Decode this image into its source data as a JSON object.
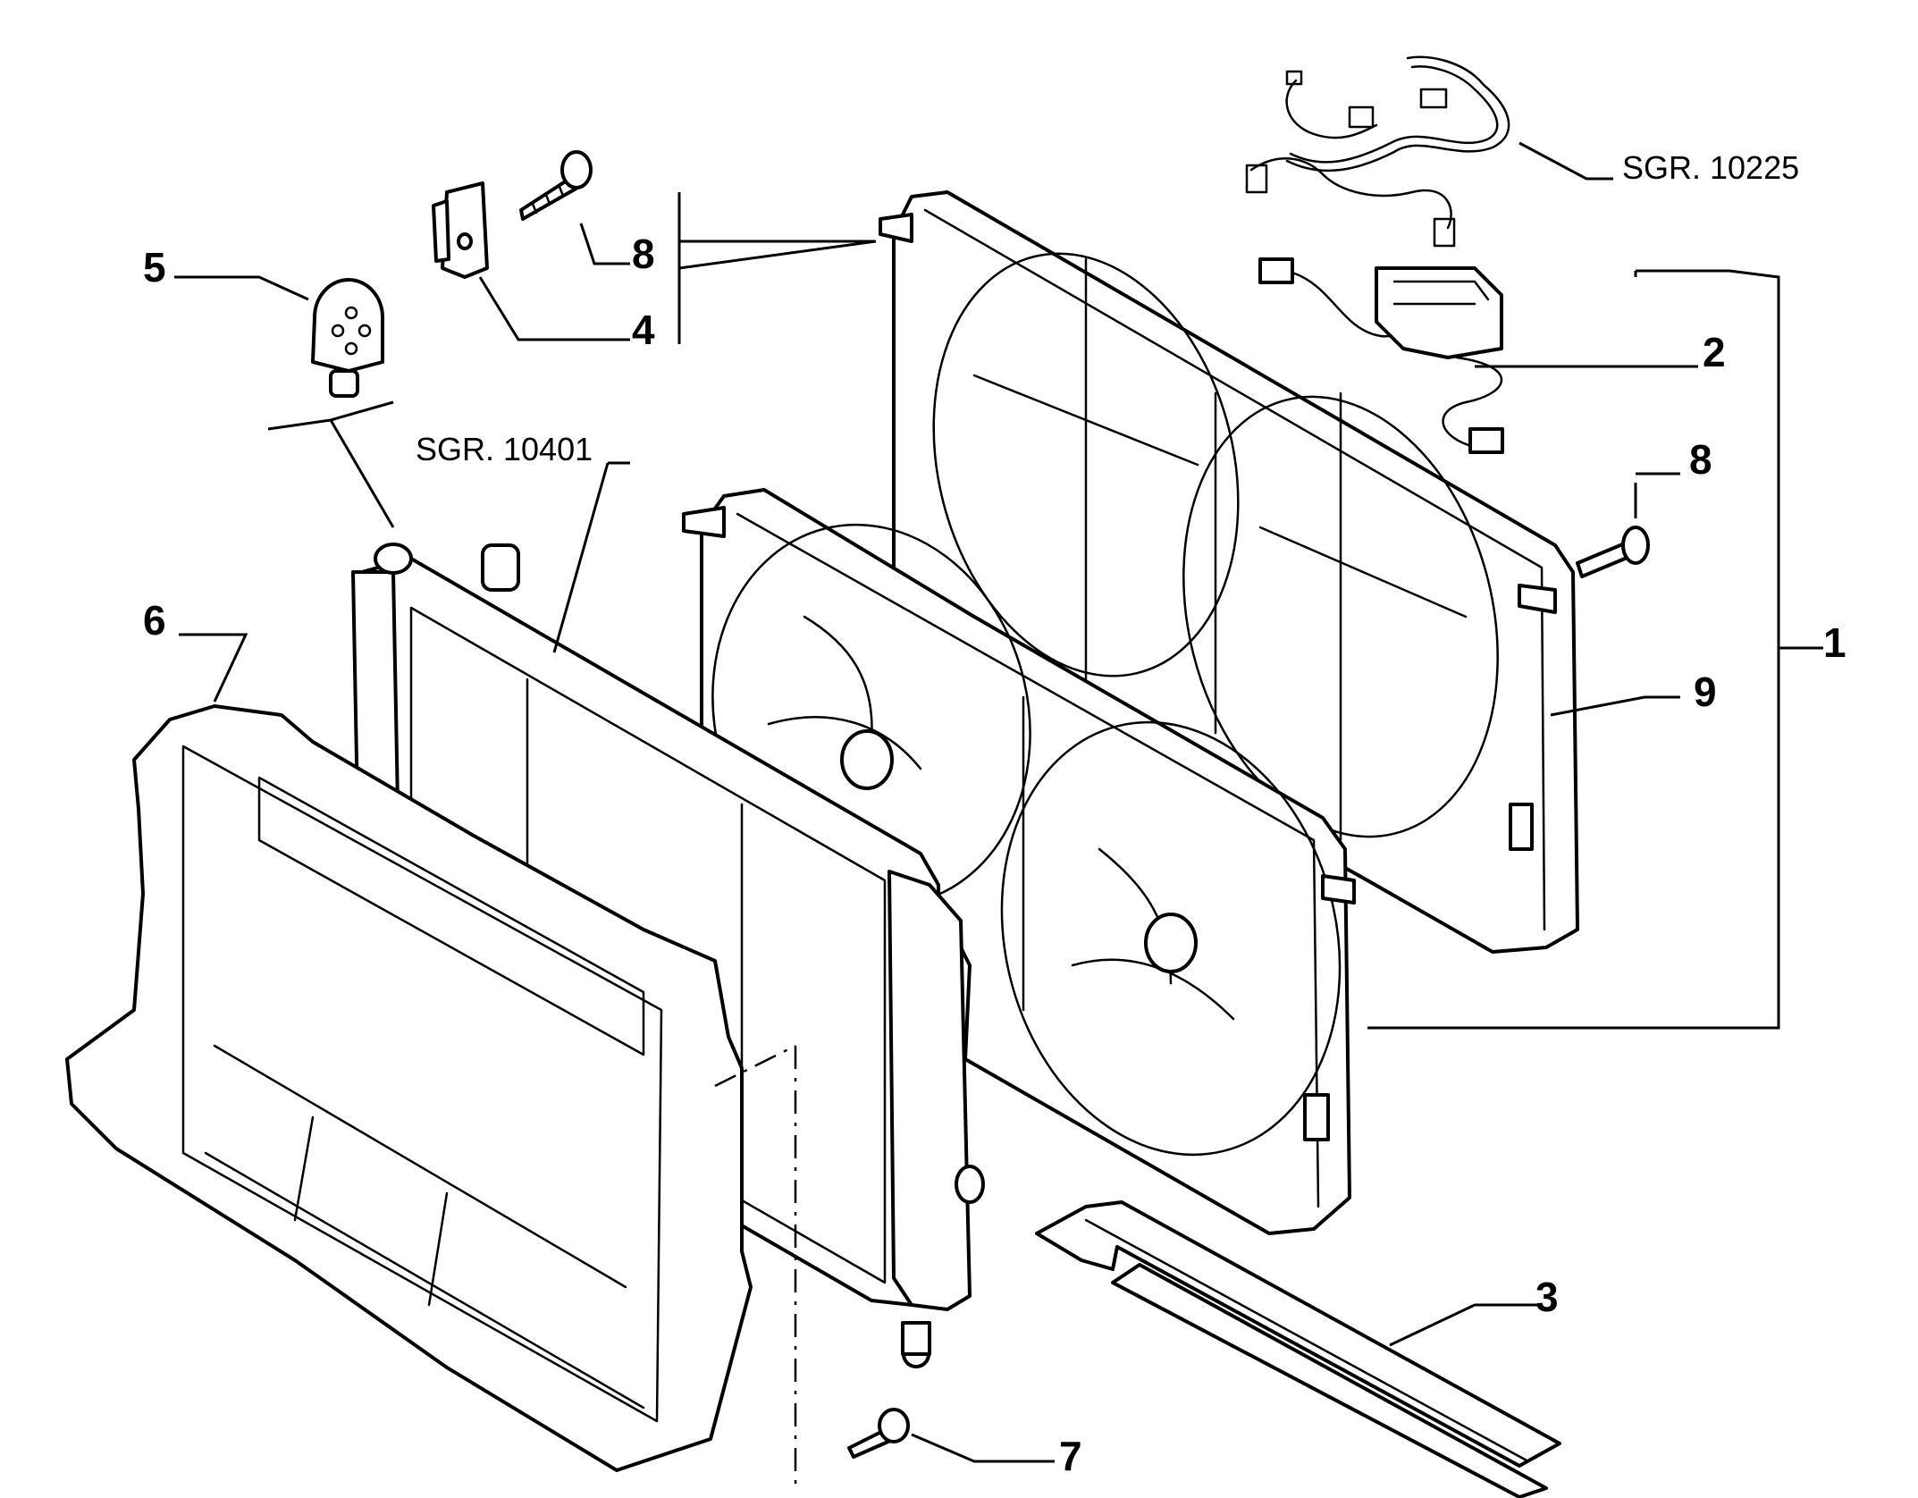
{
  "callouts": {
    "c1": "1",
    "c2": "2",
    "c3": "3",
    "c4": "4",
    "c5": "5",
    "c6": "6",
    "c7": "7",
    "c8a": "8",
    "c8b": "8",
    "c9": "9"
  },
  "references": {
    "radiator_ref": "SGR. 10401",
    "harness_ref": "SGR. 10225"
  }
}
